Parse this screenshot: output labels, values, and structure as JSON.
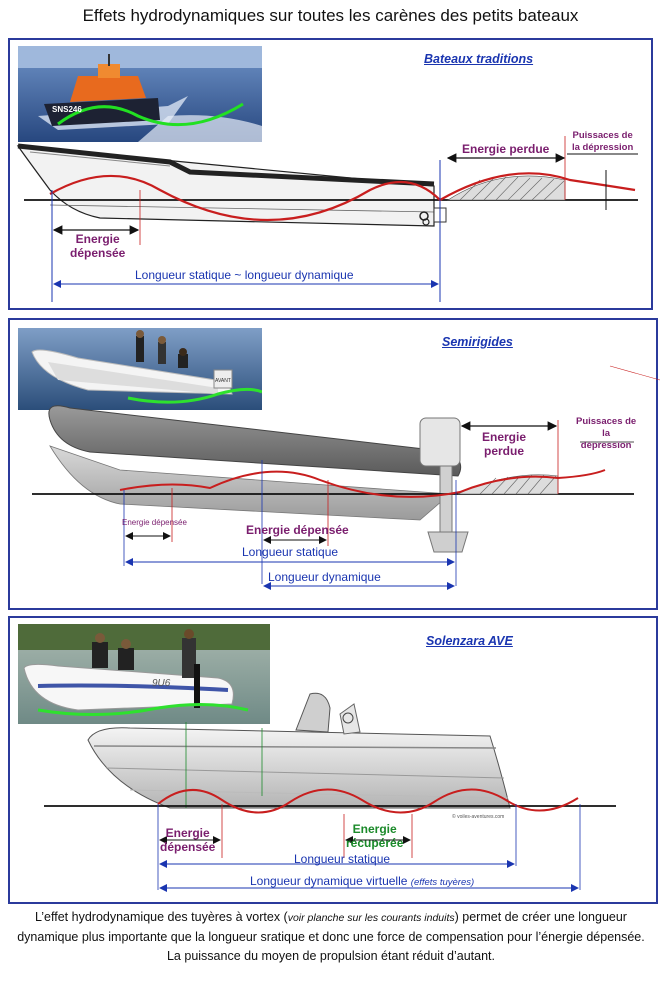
{
  "title": "Effets hydrodynamiques sur toutes les carènes des petits bateaux",
  "panel1": {
    "heading": "Bateaux traditions",
    "photo_boat_name": "SNS246",
    "energie_perdue": "Energie perdue",
    "puissance_line1": "Puissaces de",
    "puissance_line2": "la dépression",
    "energie_line1": "Energie",
    "energie_line2": "dépensée",
    "length_label": "Longueur statique ~ longueur dynamique"
  },
  "panel2": {
    "heading": "Semirigides",
    "motor_brand": "AVANT",
    "energie_line1": "Energie",
    "energie_line2": "perdue",
    "puissance_line1": "Puissaces de",
    "puissance_line2": "la",
    "puissance_line3": "dépression",
    "energie_small": "Energie dépensée",
    "energie_mid": "Energie dépensée",
    "static_label": "Longueur statique",
    "dynamic_label": "Longueur dynamique"
  },
  "panel3": {
    "heading": "Solenzara AVE",
    "hull_name": "9U6",
    "credit": "© voiles-aventures.com",
    "dep_line1": "Energie",
    "dep_line2": "dépensée",
    "rec_line1": "Energie",
    "rec_line2": "récupérée",
    "static_label": "Longueur statique",
    "dynamic_label": "Longueur dynamique virtuelle",
    "dynamic_note": "(effets tuyères)"
  },
  "caption": {
    "part1": "L’effet hydrodynamique des tuyères à vortex (",
    "note": "voir planche sur les courants induits",
    "part2": ") permet de créer une longueur dynamique plus importante que la longueur sratique et donc une force de compensation pour l’énergie dépensée. La puissance du moyen de propulsion étant réduit d’autant."
  }
}
